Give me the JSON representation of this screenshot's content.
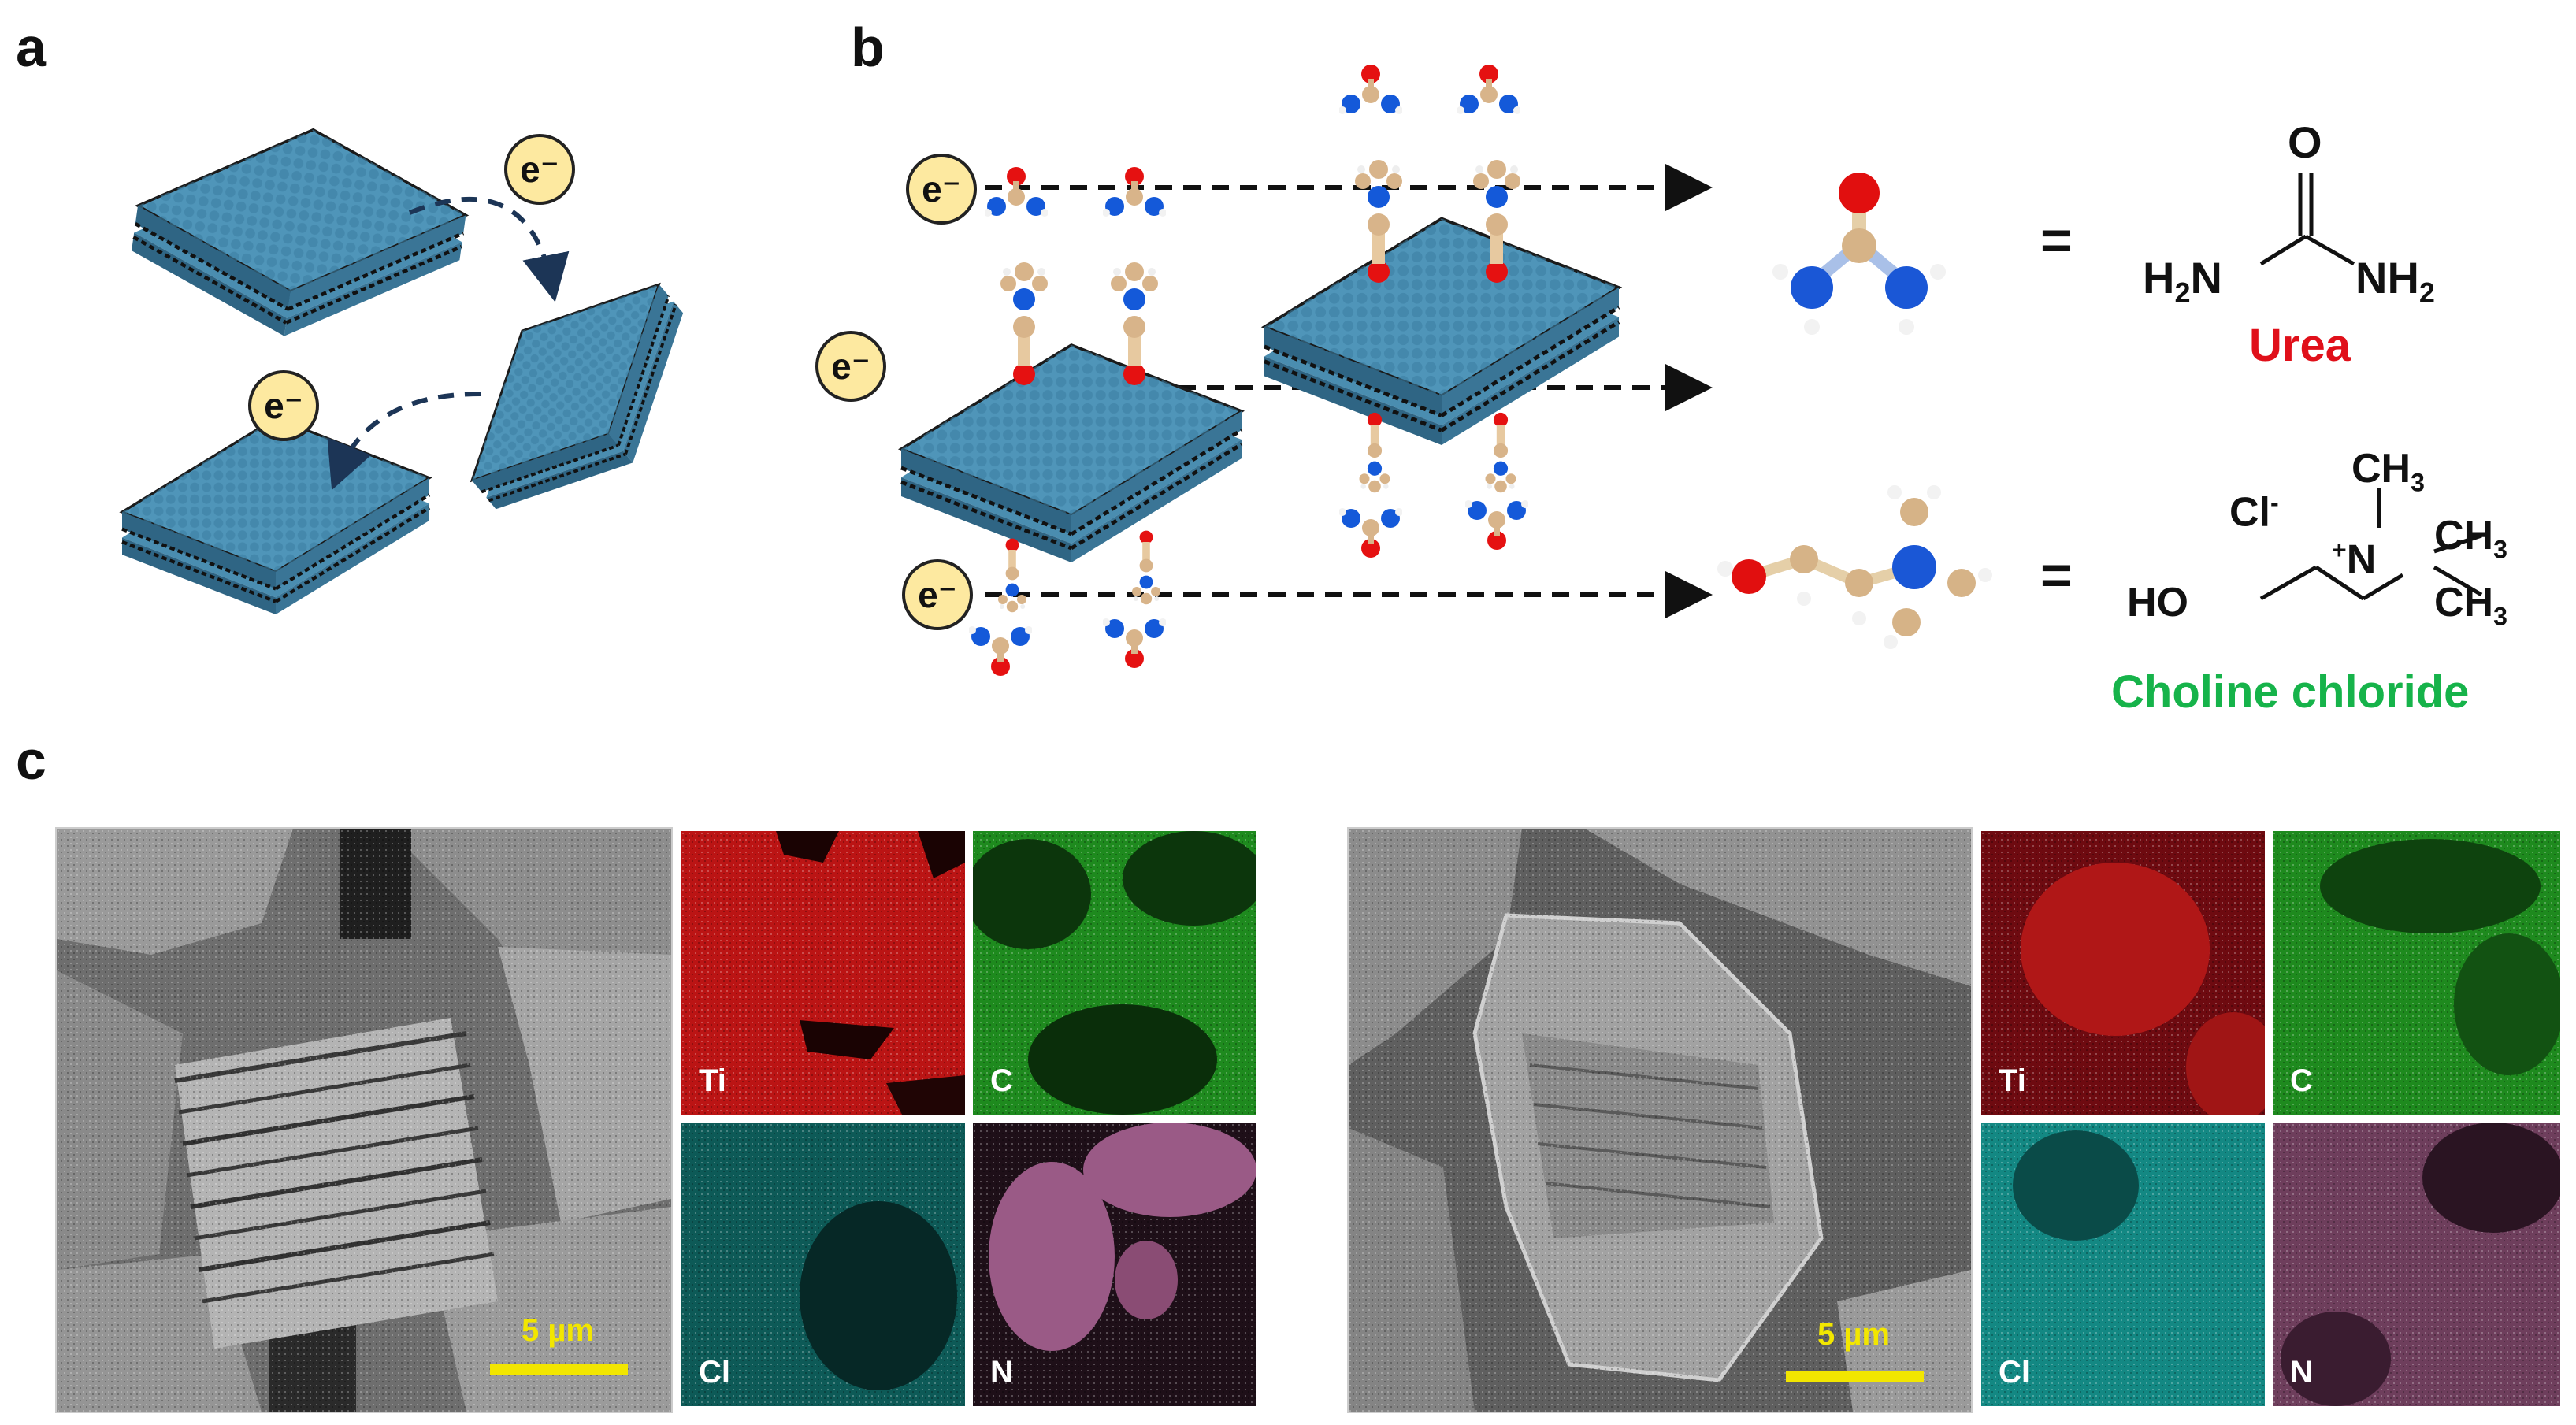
{
  "panels": {
    "a": {
      "label": "a",
      "electrons": [
        "e⁻",
        "e⁻"
      ]
    },
    "b": {
      "label": "b",
      "electrons": [
        "e⁻",
        "e⁻",
        "e⁻"
      ],
      "equals": [
        "=",
        "="
      ],
      "urea": {
        "O": "O",
        "left_group": "H₂N",
        "right_group": "NH₂",
        "name": "Urea",
        "name_color": "#e0101a"
      },
      "choline": {
        "anion": "Cl⁻",
        "cation": "⁺N",
        "methyl": [
          "CH₃",
          "CH₃",
          "CH₃"
        ],
        "hydroxyl": "HO",
        "name": "Choline chloride",
        "name_color": "#16b34a"
      }
    },
    "c": {
      "label": "c",
      "left": {
        "scale": "5 µm",
        "maps": [
          "Ti",
          "C",
          "Cl",
          "N"
        ]
      },
      "right": {
        "scale": "5 µm",
        "maps": [
          "Ti",
          "C",
          "Cl",
          "N"
        ]
      }
    }
  },
  "colors": {
    "layer": "#4a8db0",
    "arrow_dashed": "#1c3556",
    "ti_map": "#b81414",
    "c_map": "#1e8c1e",
    "cl_map": "#0e6f6a",
    "n_map": "#8a4c74"
  }
}
